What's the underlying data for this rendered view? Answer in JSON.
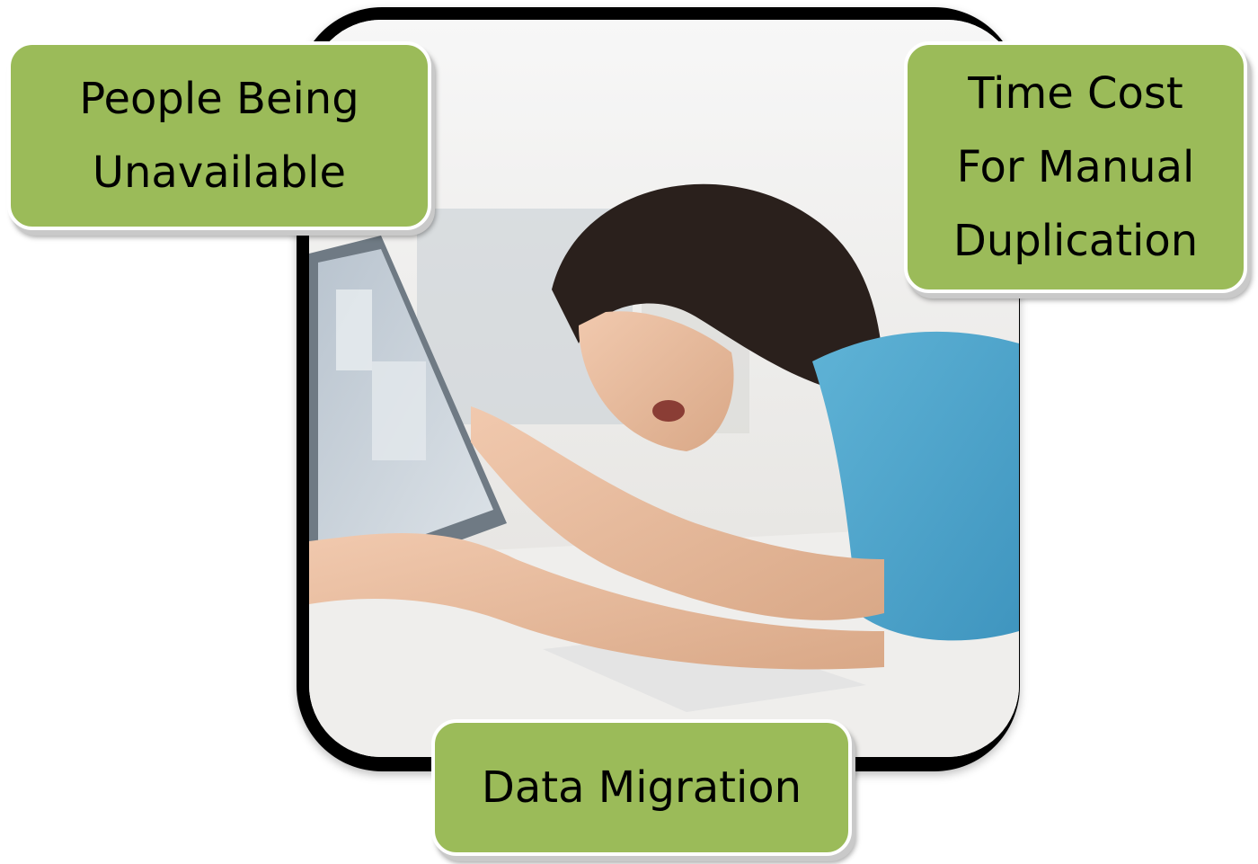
{
  "labels": {
    "people_unavailable": "People Being\nUnavailable",
    "time_cost": "Time Cost\nFor Manual\nDuplication",
    "data_migration": "Data Migration"
  },
  "colors": {
    "box_fill": "#9bbb59",
    "box_border": "#ffffff",
    "frame": "#000000"
  }
}
